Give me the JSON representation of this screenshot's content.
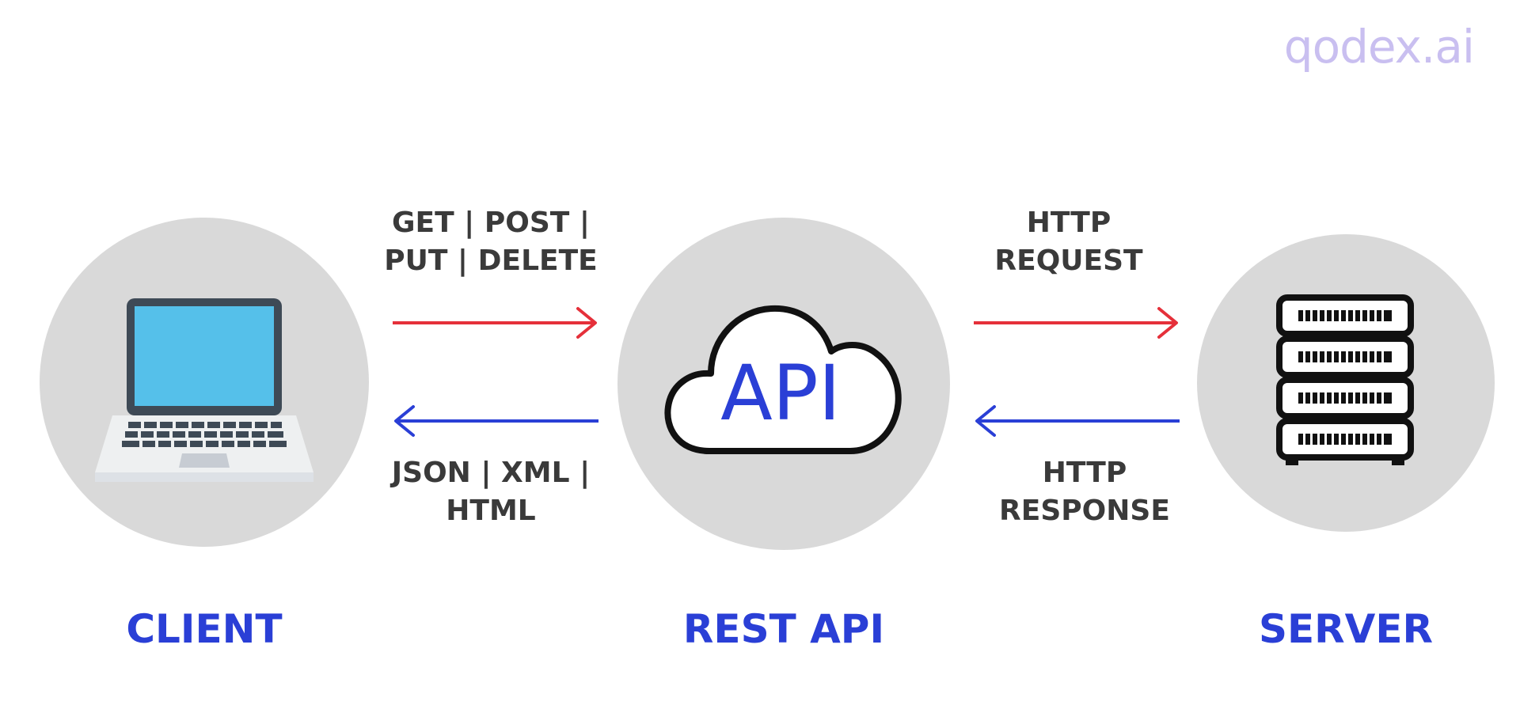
{
  "brand": {
    "logo_text": "qodex.ai"
  },
  "nodes": {
    "client": {
      "label": "CLIENT",
      "icon": "laptop-icon"
    },
    "rest_api": {
      "label": "REST API",
      "cloud_text": "API",
      "icon": "cloud-icon"
    },
    "server": {
      "label": "SERVER",
      "icon": "server-rack-icon"
    }
  },
  "flows": {
    "methods": {
      "line1": "GET | POST |",
      "line2": "PUT | DELETE"
    },
    "formats": {
      "line1": "JSON | XML |",
      "line2": "HTML"
    },
    "request": {
      "line1": "HTTP",
      "line2": "REQUEST"
    },
    "response": {
      "line1": "HTTP",
      "line2": "RESPONSE"
    }
  },
  "colors": {
    "request_arrow": "#e5303a",
    "response_arrow": "#2a3fd6",
    "node_label": "#2a3fd6",
    "circle_bg": "#d9d9d9",
    "logo": "#c9bff0",
    "laptop_screen": "#55c0ea"
  }
}
